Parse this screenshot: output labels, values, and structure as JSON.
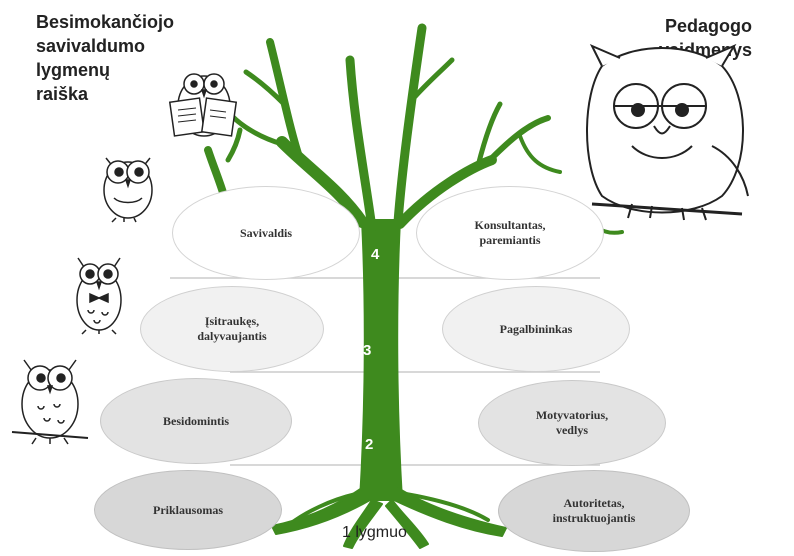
{
  "headings": {
    "left": "Besimokančiojo\nsavivaldumo\nlygmenų\nraiška",
    "right": "Pedagogo\nvaidmenys"
  },
  "levels": [
    {
      "number": "4",
      "left": "Savivaldis",
      "right": "Konsultantas,\nparemiantis"
    },
    {
      "number": "3",
      "left": "Įsitraukęs,\ndalyvaujantis",
      "right": "Pagalbininkas"
    },
    {
      "number": "2",
      "left": "Besidomintis",
      "right": "Motyvatorius,\nvedlys"
    },
    {
      "number": "1 lygmuo",
      "left": "Priklausomas",
      "right": "Autoritetas,\ninstruktuojantis"
    }
  ],
  "icons": [
    "owl-reading-icon",
    "owl-icon",
    "owl-bowtie-icon",
    "owl-standing-icon",
    "teacher-owl-icon"
  ],
  "colors": {
    "tree": "#3e8a1e",
    "lines": "#cccccc",
    "text": "#333333"
  }
}
